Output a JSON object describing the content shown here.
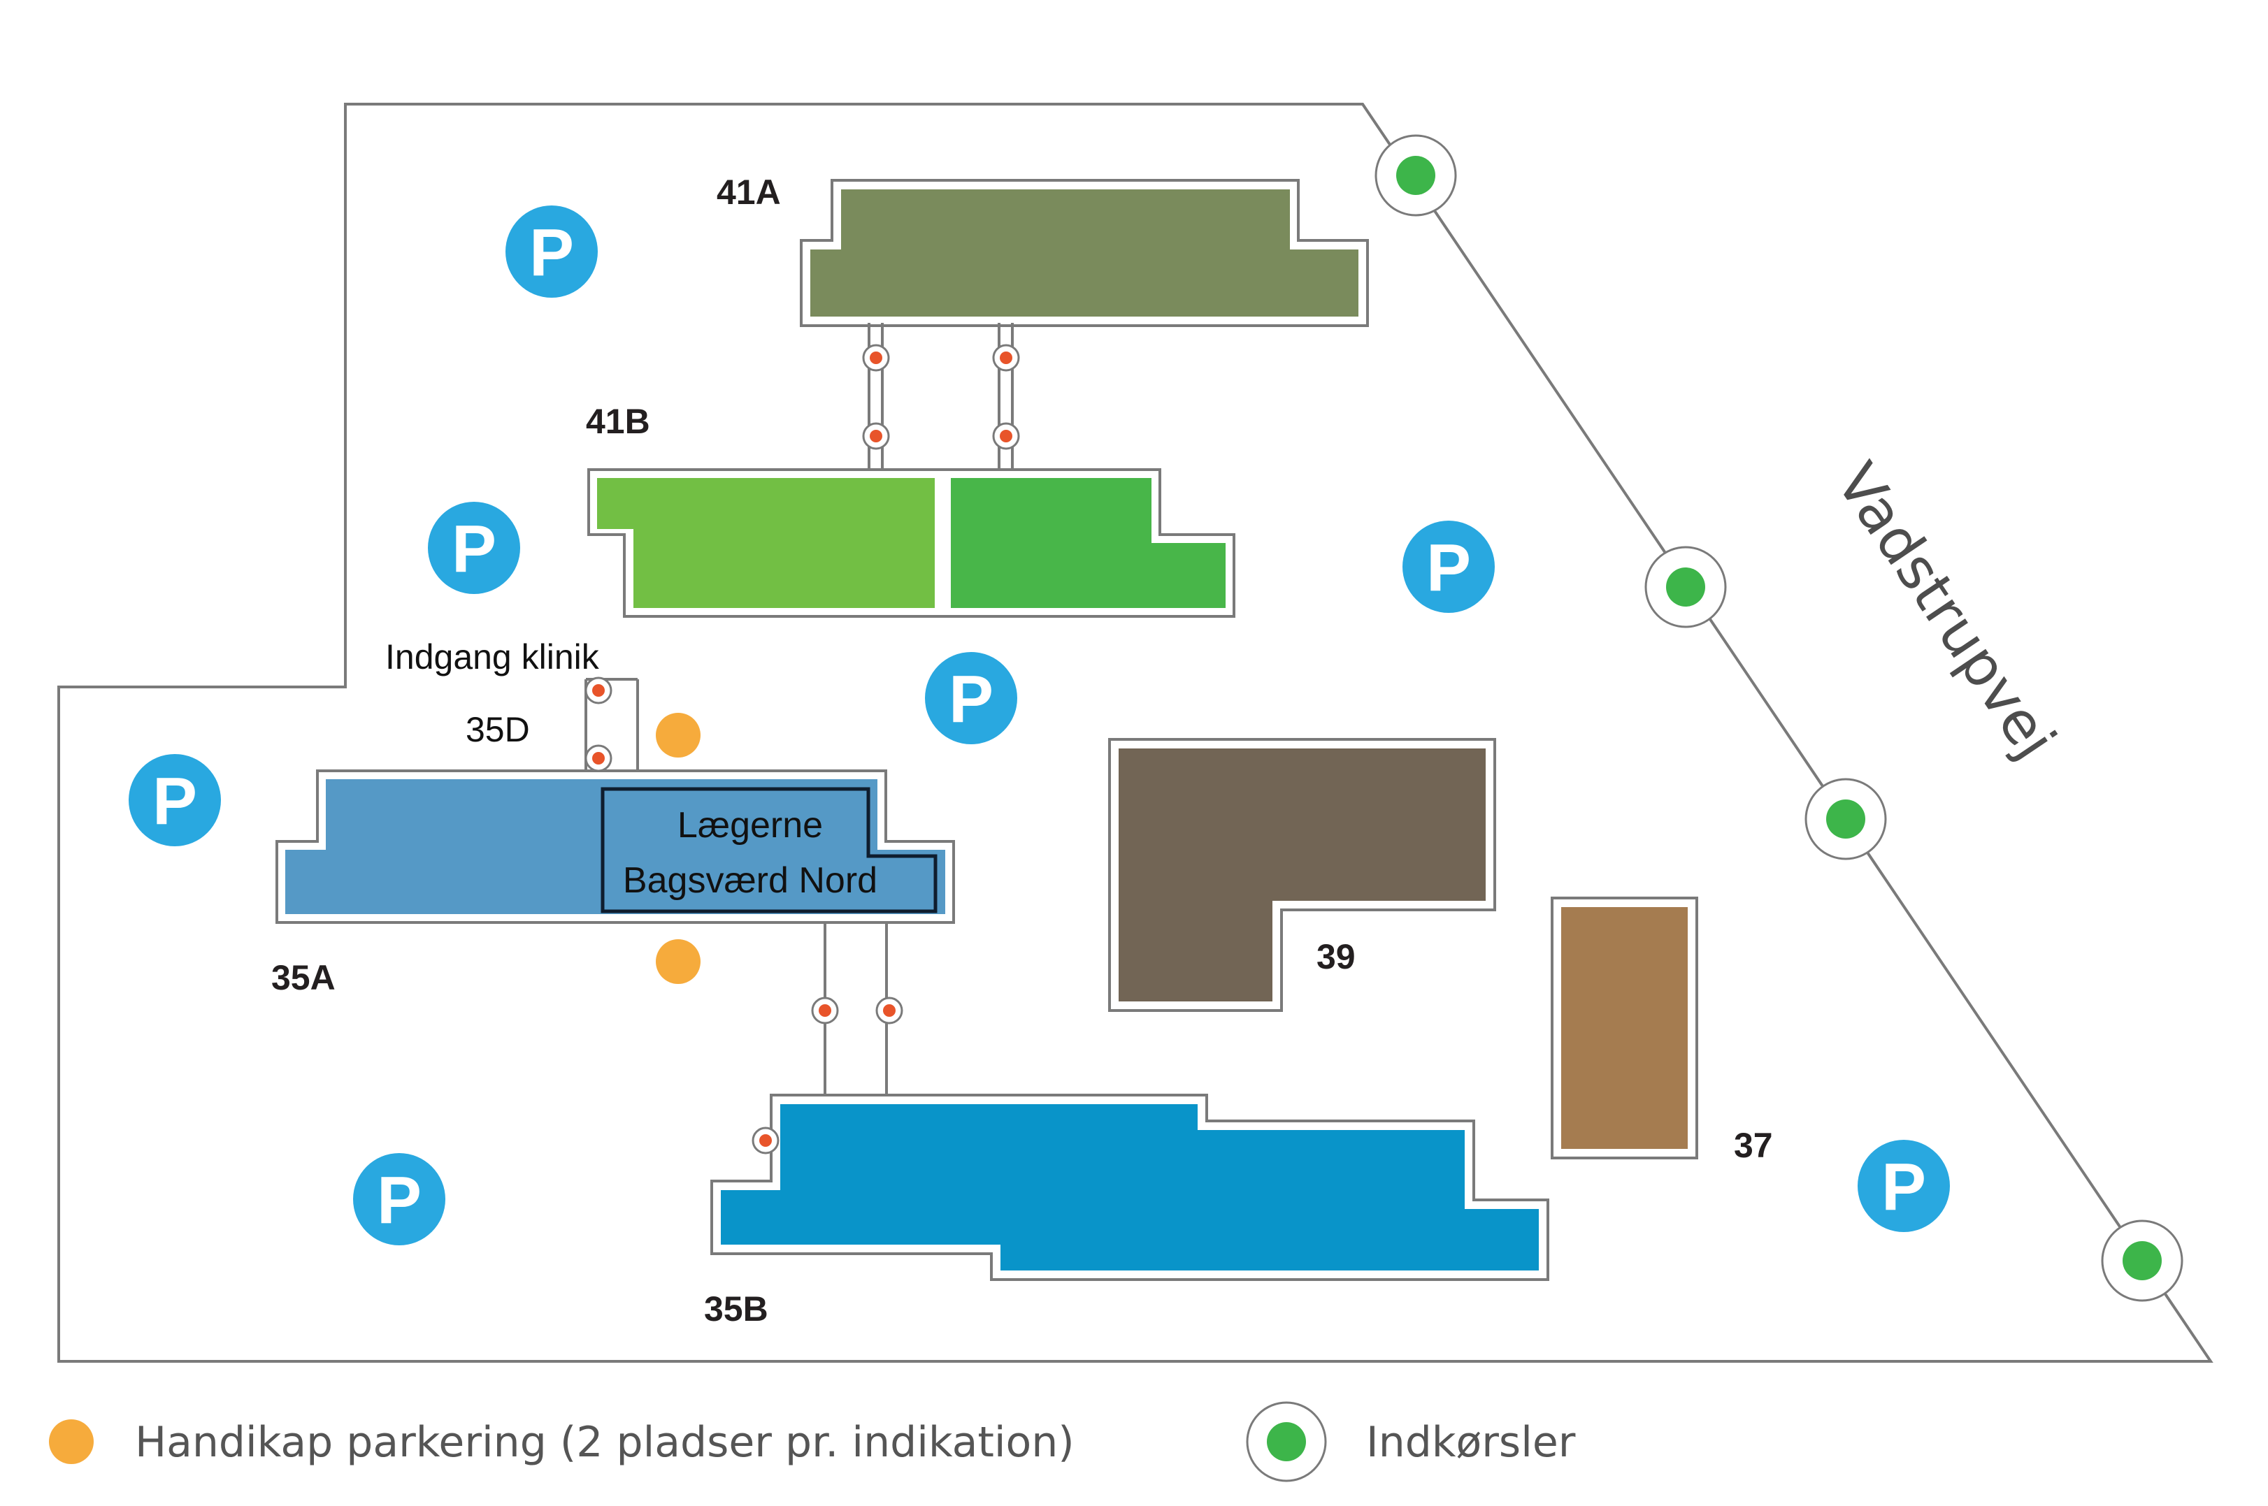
{
  "colors": {
    "outline": "#7a7a7a",
    "building_41A": "#7a8b5c",
    "building_41B_left": "#72bf44",
    "building_41B_right": "#48b649",
    "building_35A": "#5599c6",
    "building_35B": "#0994c9",
    "building_39": "#726555",
    "building_37": "#a57c50",
    "parking": "#29a8e0",
    "handicap": "#f6ab3c",
    "entrance": "#3db54a",
    "door": "#e8542a"
  },
  "buildings": {
    "b41A": "41A",
    "b41B": "41B",
    "b35A": "35A",
    "b35B": "35B",
    "b35D": "35D",
    "b39": "39",
    "b37": "37"
  },
  "labels": {
    "clinic_entrance": "Indgang klinik",
    "road": "Vadstrupvej",
    "clinic_line1": "Lægerne",
    "clinic_line2": "Bagsværd Nord",
    "parking_symbol": "P"
  },
  "icons": {
    "parking": "parking-icon",
    "handicap": "handicap-parking-dot",
    "entrance": "entrance-marker-icon",
    "door": "door-marker-icon"
  },
  "legend": {
    "handicap": "Handikap parkering (2 pladser pr. indikation)",
    "entrances": "Indkørsler"
  }
}
